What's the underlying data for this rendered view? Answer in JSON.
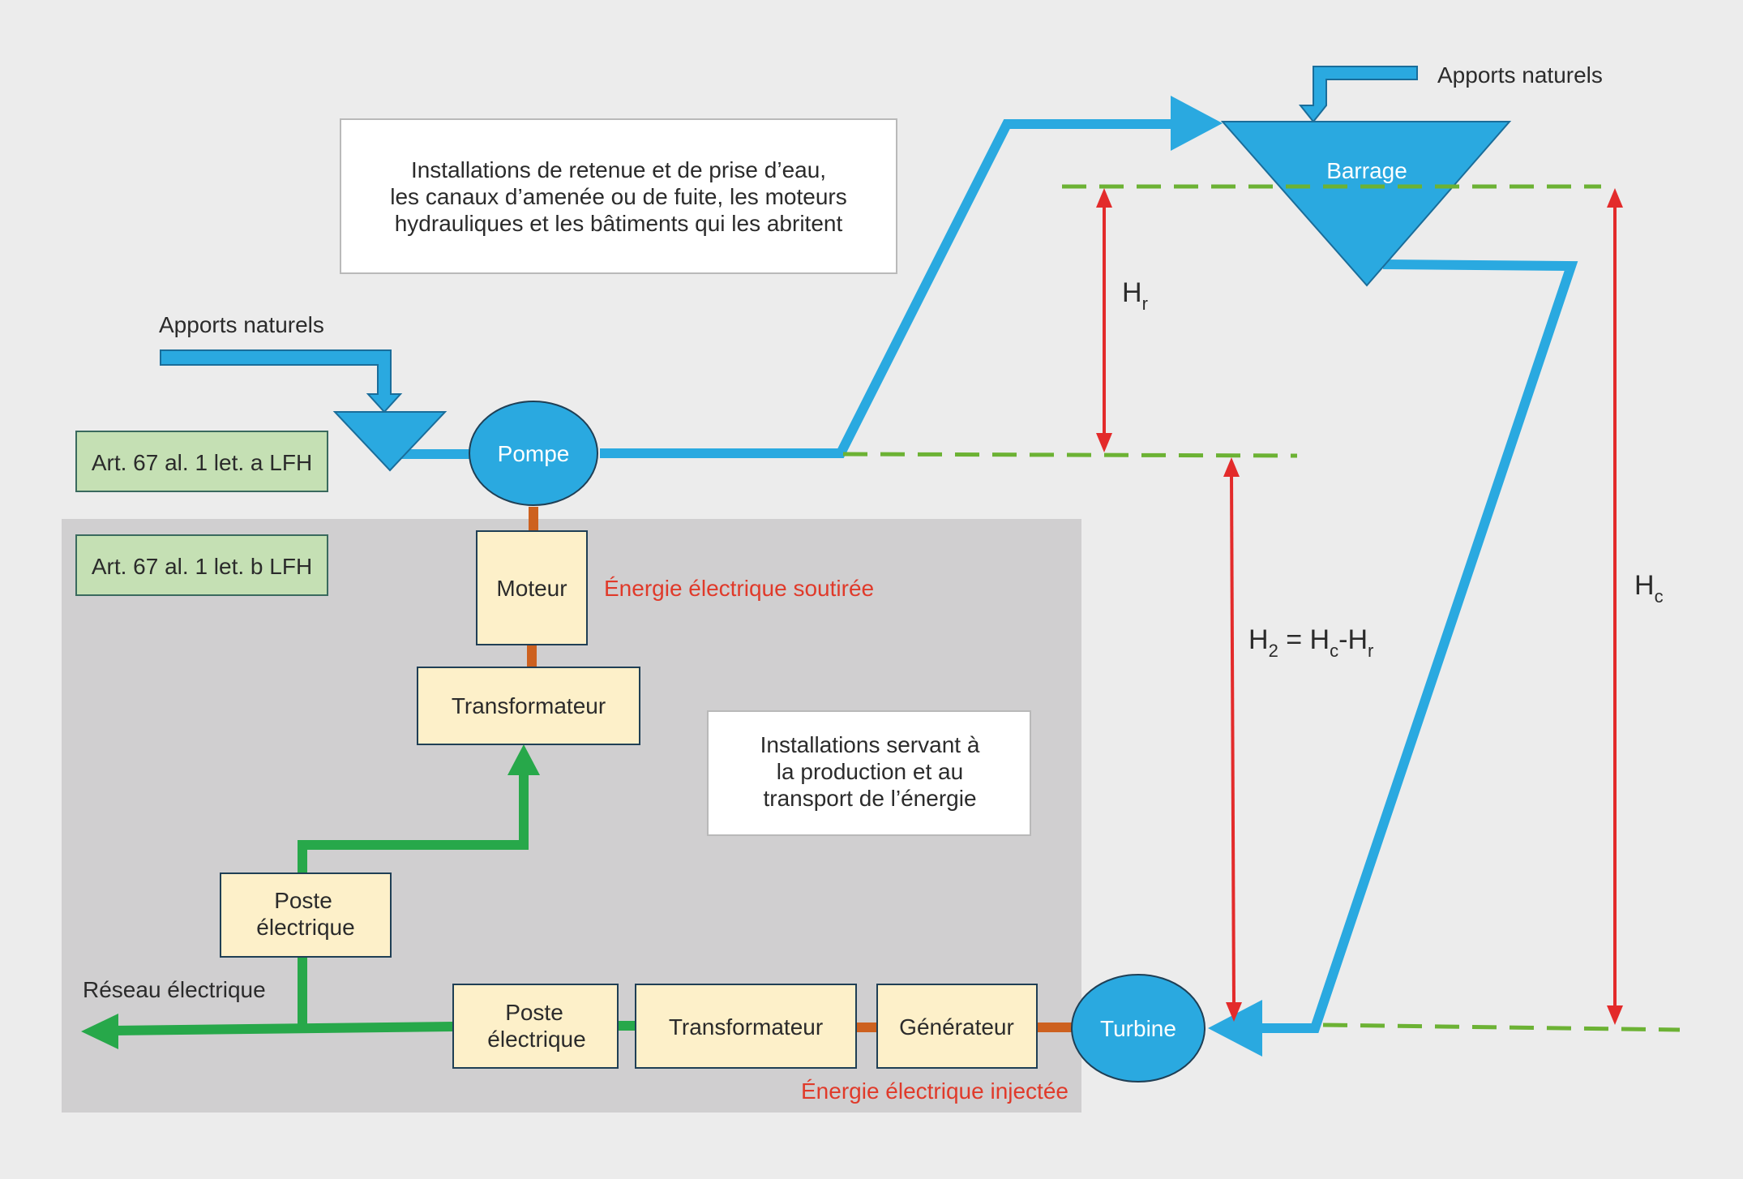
{
  "colors": {
    "background": "#ececec",
    "zone_b": "#d0cfd0",
    "water": "#2aa9e0",
    "electric": "#27a84a",
    "mechanical": "#cd611f",
    "height_arrows": "#e32b2b",
    "level_lines": "#6cb234",
    "component_fill": "#fdf0c9",
    "label_green": "#c5e0b4"
  },
  "labels": {
    "installations_retenue": [
      "Installations de retenue et de prise d’eau,",
      "les canaux d’amenée ou de fuite, les moteurs",
      "hydrauliques et les bâtiments qui les abritent"
    ],
    "installations_production": [
      "Installations servant à",
      "la production et au",
      "transport de l’énergie"
    ],
    "apports_naturels_top": "Apports naturels",
    "apports_naturels_left": "Apports naturels",
    "art_a": "Art. 67 al. 1 let. a LFH",
    "art_b": "Art. 67 al. 1 let. b LFH",
    "reseau": "Réseau électrique",
    "energie_soutiree": "Énergie électrique soutirée",
    "energie_injectee": "Énergie électrique injectée"
  },
  "nodes": {
    "barrage": "Barrage",
    "pompe": "Pompe",
    "turbine": "Turbine",
    "moteur": "Moteur",
    "transformateur_top": "Transformateur",
    "transformateur_bottom": "Transformateur",
    "generateur": "Générateur",
    "poste_top": [
      "Poste",
      "électrique"
    ],
    "poste_bottom": [
      "Poste",
      "électrique"
    ]
  },
  "heights": {
    "hr": {
      "main": "H",
      "sub": "r"
    },
    "hc": {
      "main": "H",
      "sub": "c"
    },
    "h2": {
      "h": "H",
      "sub2": "2",
      "eq": " = H",
      "subc": "c",
      "minus": "-H",
      "subr": "r"
    }
  }
}
